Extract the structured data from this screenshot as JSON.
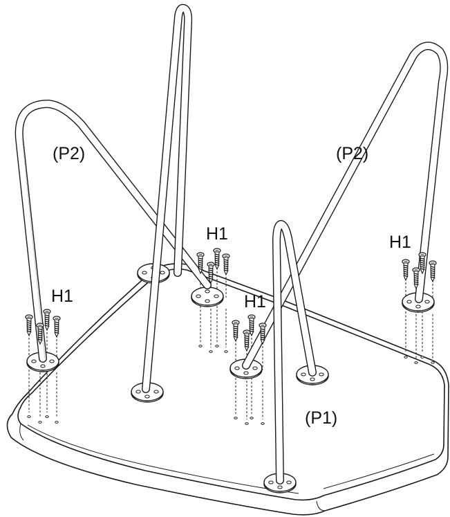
{
  "labels": {
    "p2_left": "(P2)",
    "p2_right": "(P2)",
    "p1": "(P1)",
    "h1_center": "H1",
    "h1_left": "H1",
    "h1_mid": "H1",
    "h1_right": "H1"
  },
  "colors": {
    "stroke": "#1a1a1a",
    "paper": "#ffffff",
    "shadow": "#d9d9d9"
  },
  "parts": {
    "legs": [
      "P1",
      "P2",
      "P2"
    ],
    "screw_groups": 4,
    "screws_per_plate": 4
  }
}
